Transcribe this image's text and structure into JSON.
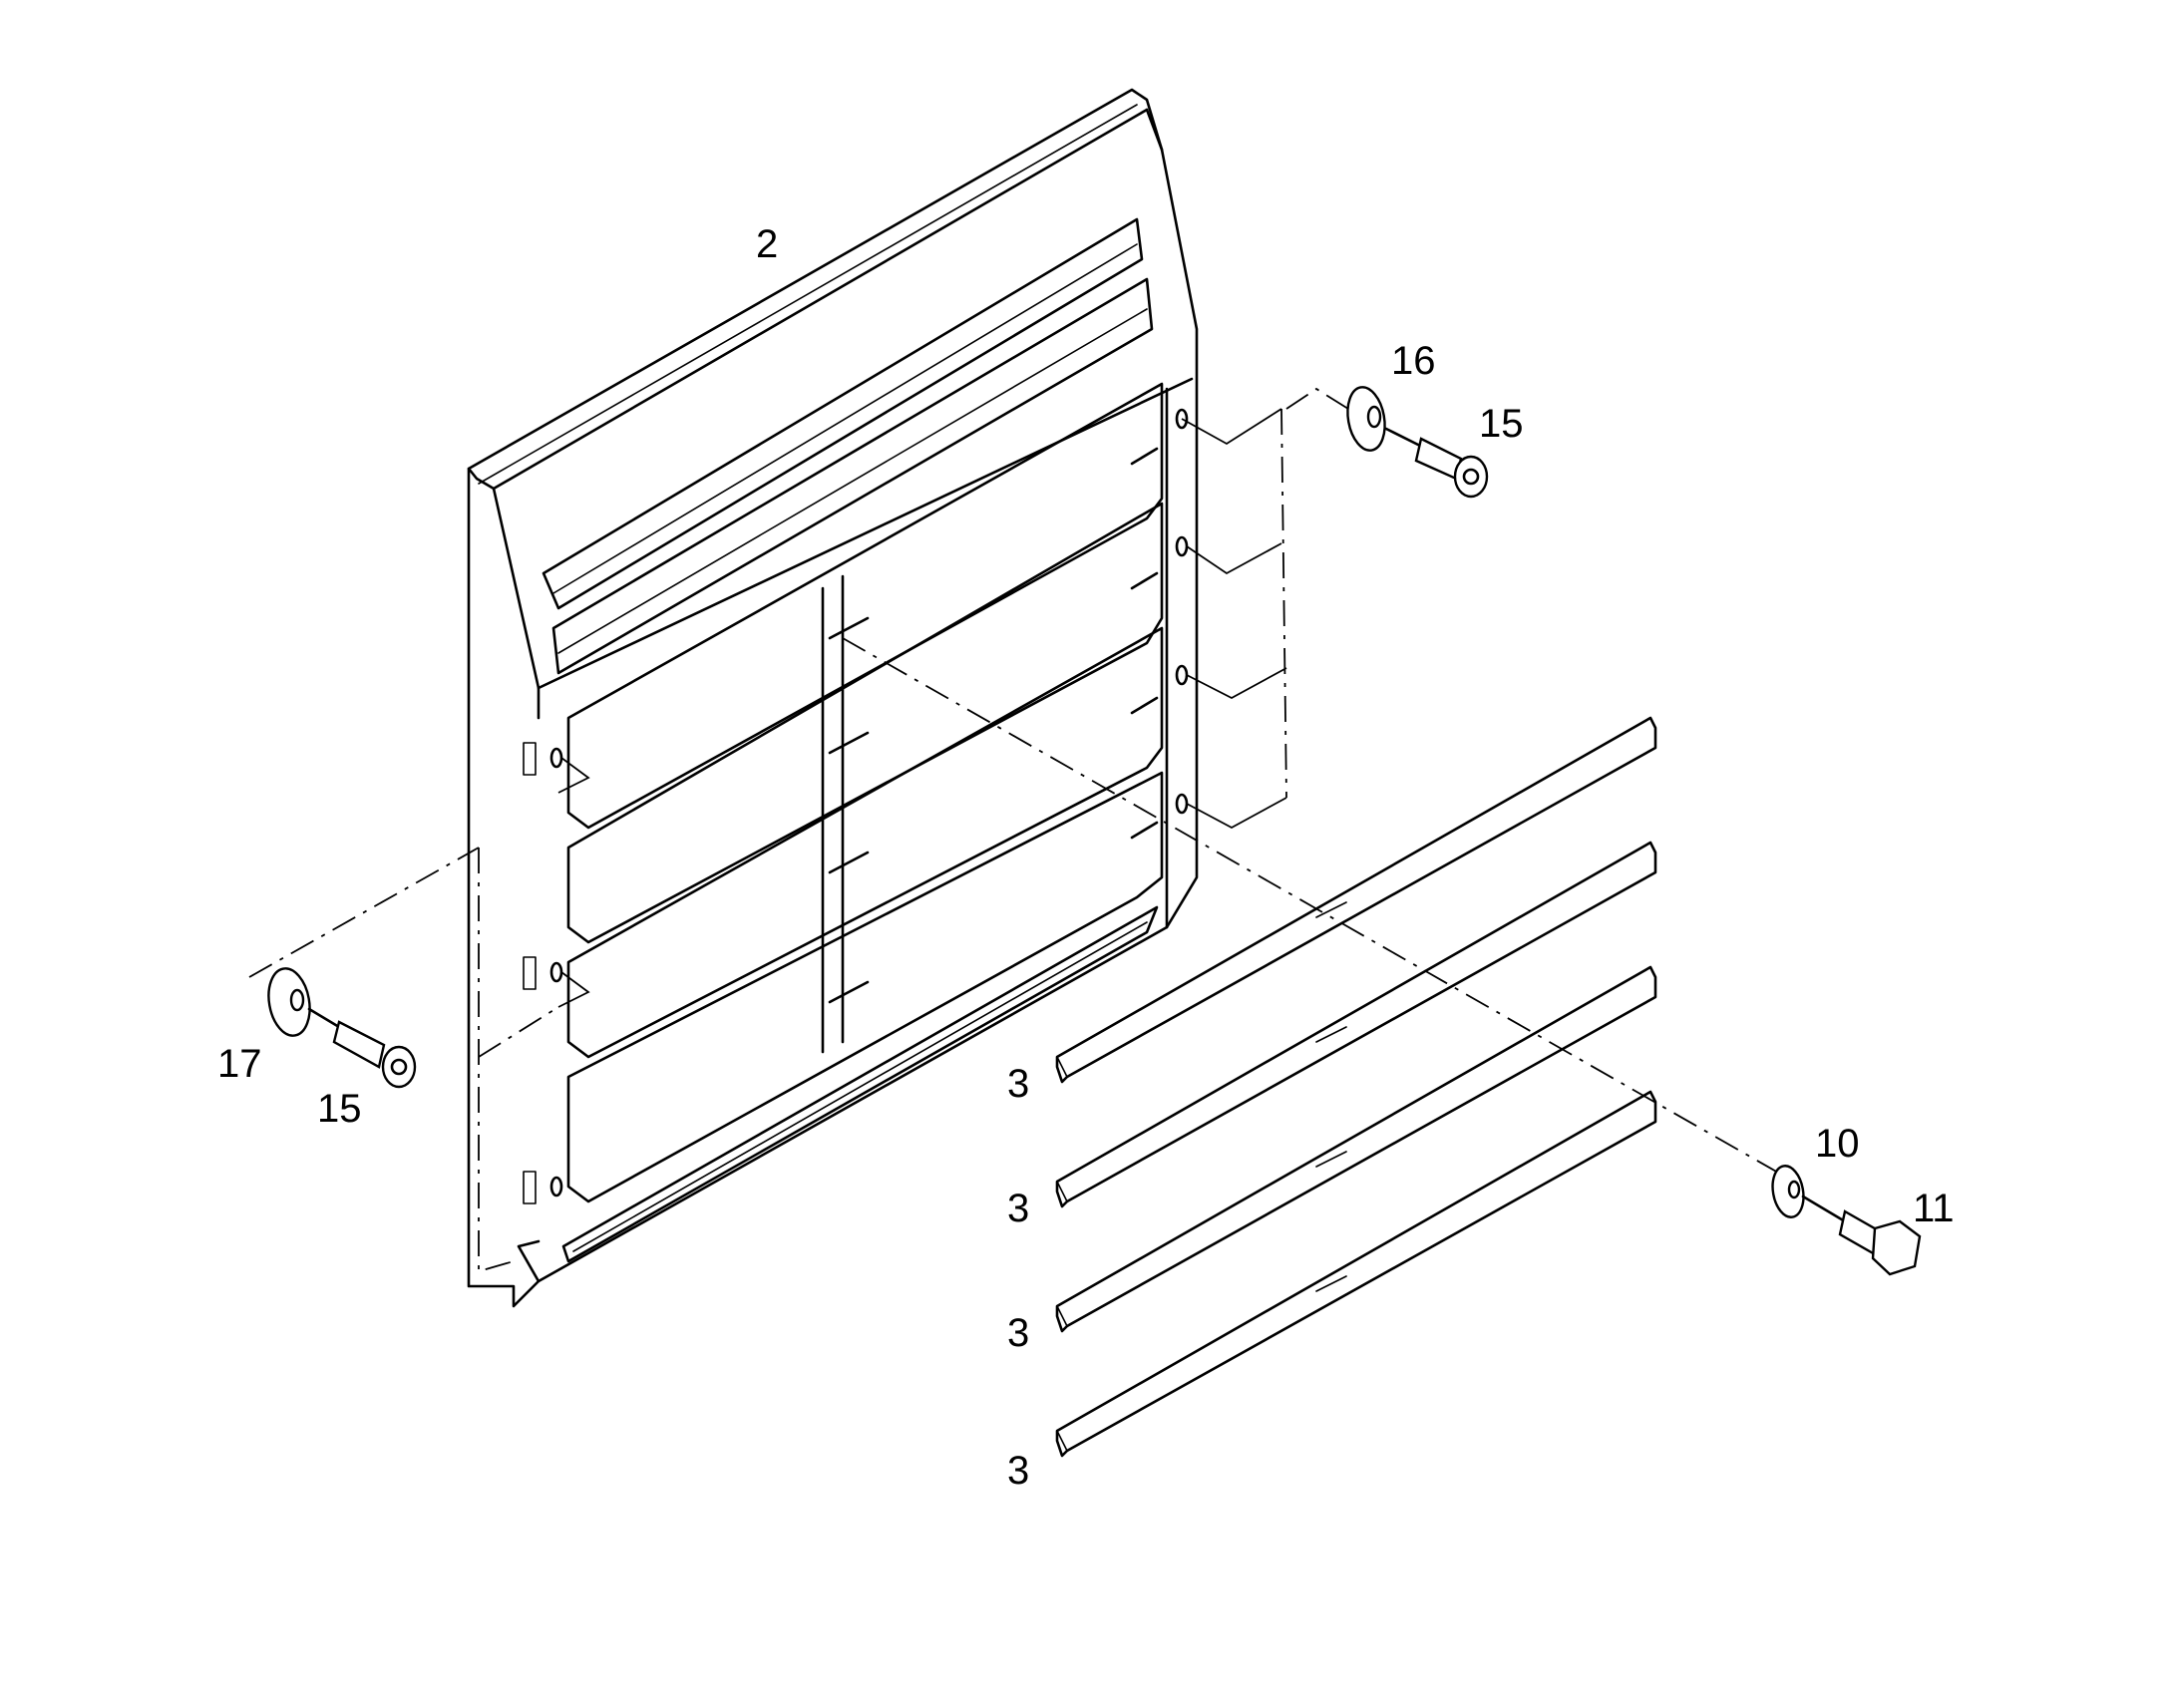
{
  "callouts": {
    "panel": "2",
    "washer_top": "16",
    "screw_top": "15",
    "washer_left": "17",
    "screw_left": "15",
    "strip_1": "3",
    "strip_2": "3",
    "strip_3": "3",
    "strip_4": "3",
    "washer_right": "10",
    "bolt_right": "11"
  }
}
